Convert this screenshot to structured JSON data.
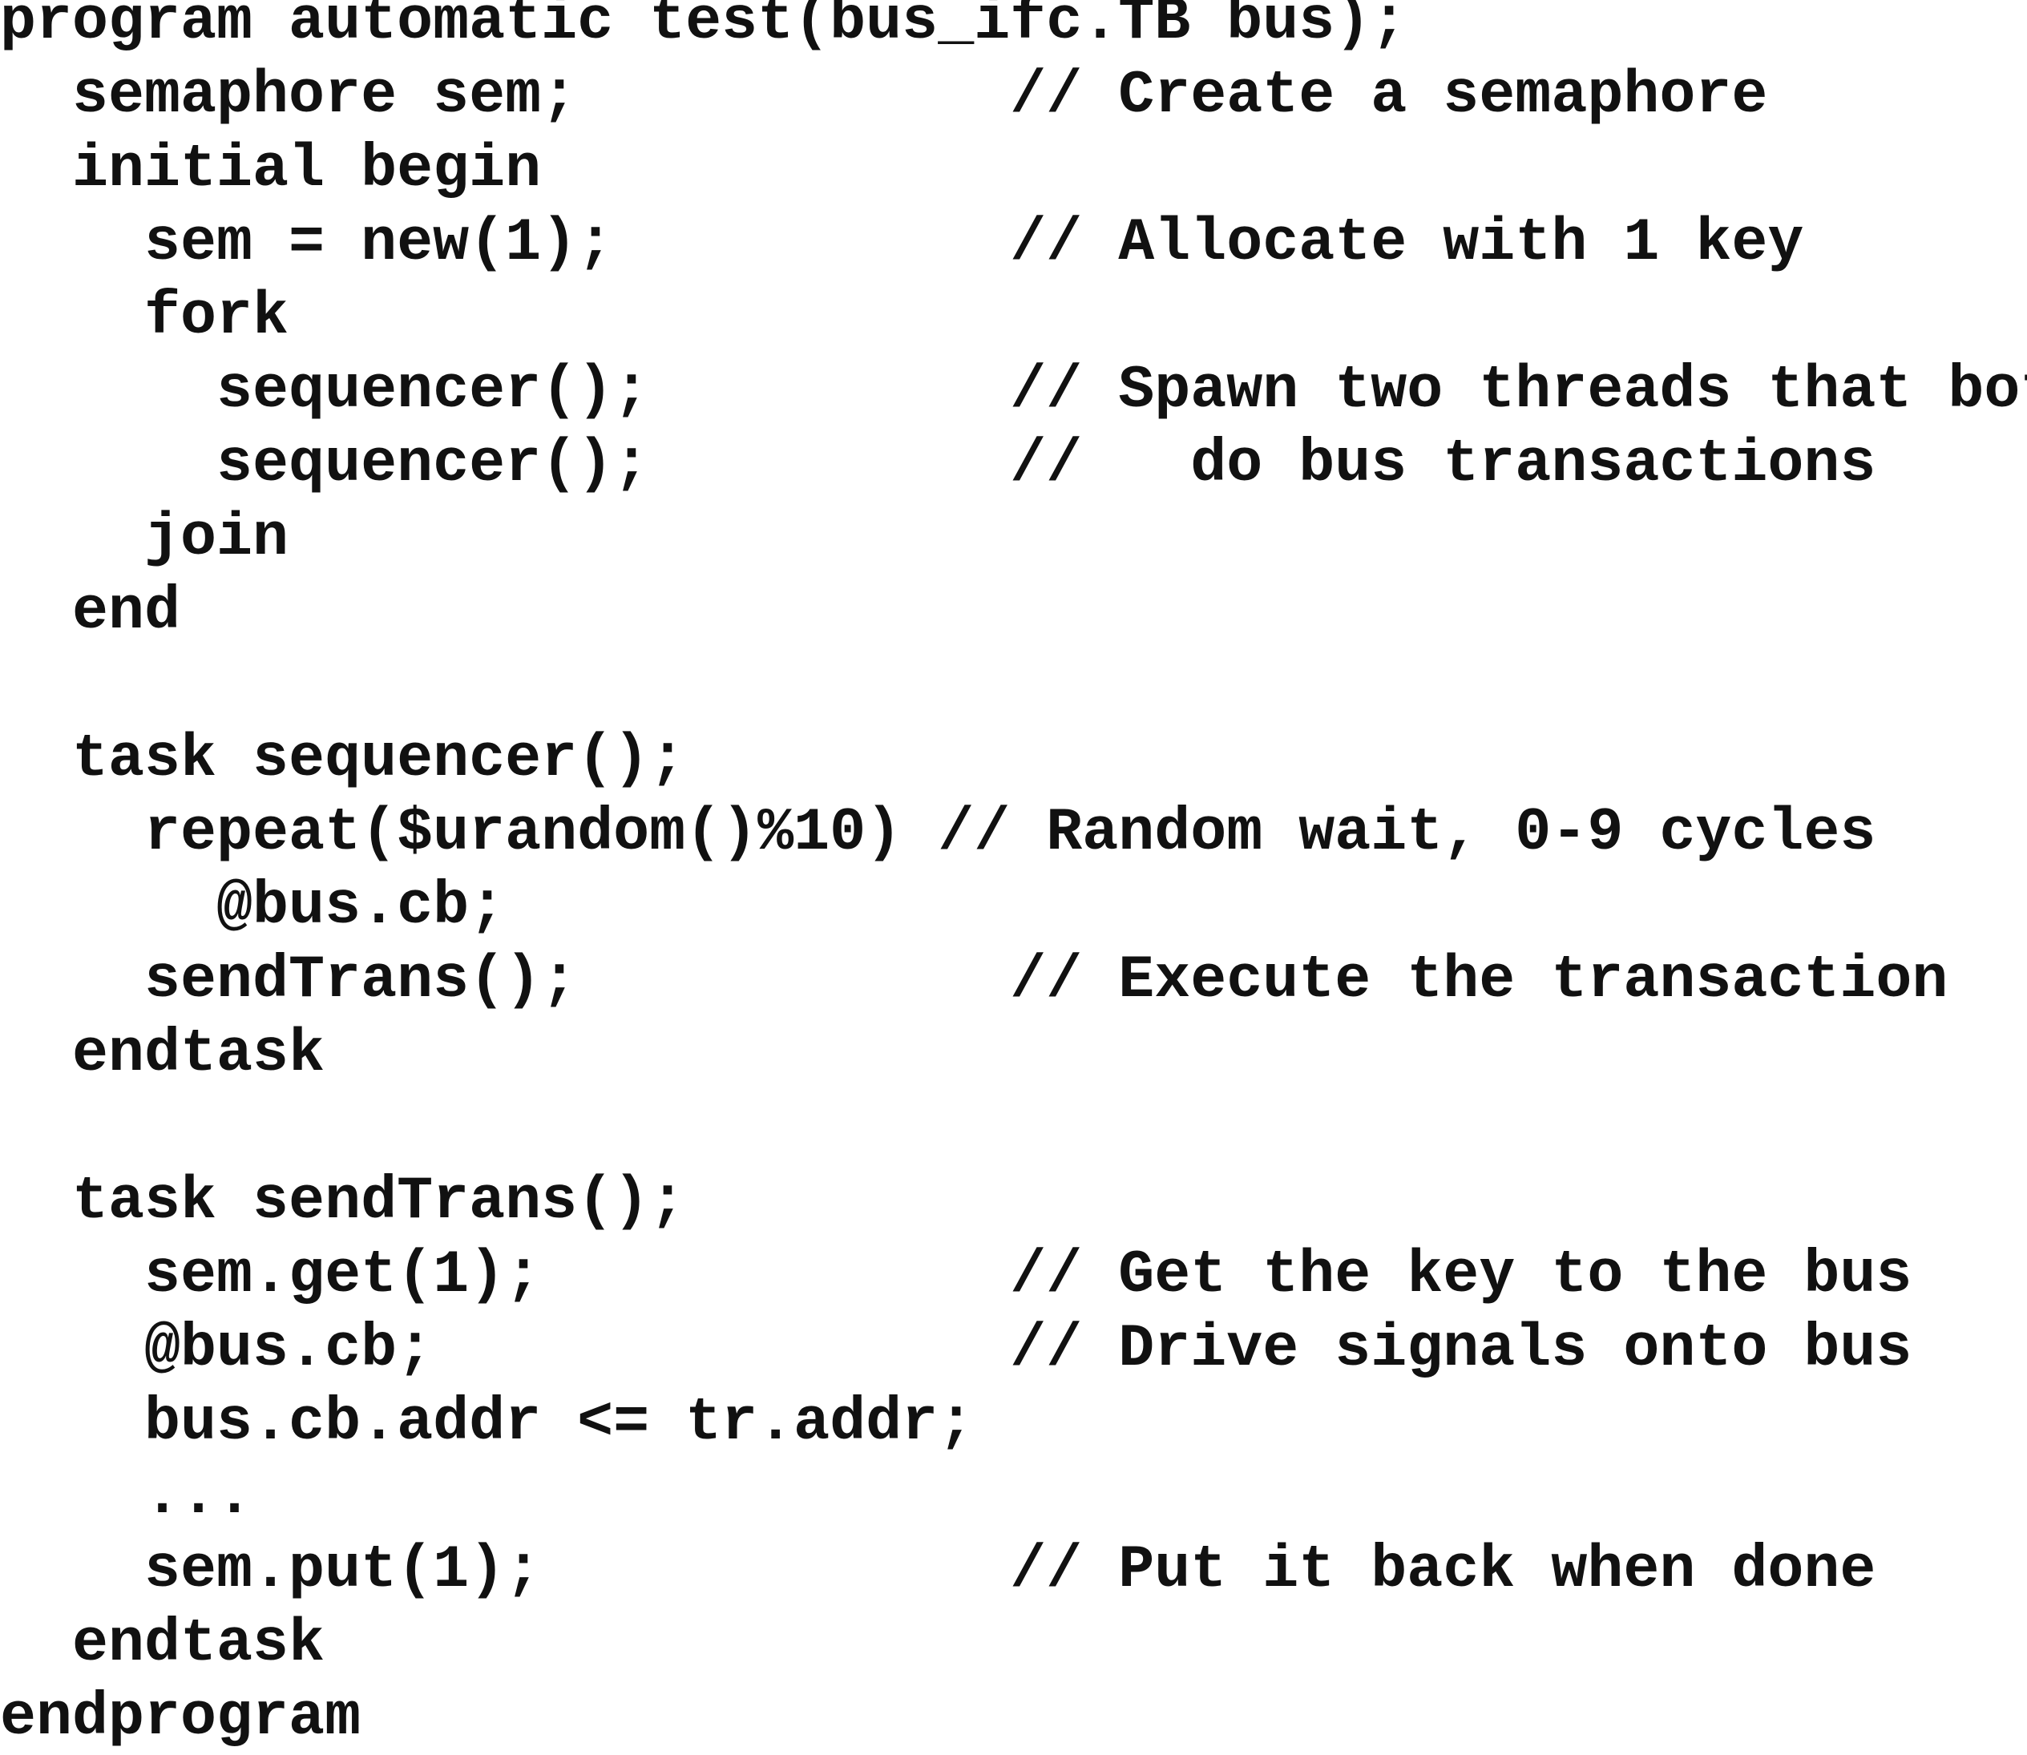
{
  "listing": {
    "lines": [
      "program automatic test(bus_ifc.TB bus);",
      "  semaphore sem;            // Create a semaphore",
      "  initial begin",
      "    sem = new(1);           // Allocate with 1 key",
      "    fork",
      "      sequencer();          // Spawn two threads that both",
      "      sequencer();          //   do bus transactions",
      "    join",
      "  end",
      "",
      "  task sequencer();",
      "    repeat($urandom()%10) // Random wait, 0-9 cycles",
      "      @bus.cb;",
      "    sendTrans();            // Execute the transaction",
      "  endtask",
      "",
      "  task sendTrans();",
      "    sem.get(1);             // Get the key to the bus",
      "    @bus.cb;                // Drive signals onto bus",
      "    bus.cb.addr <= tr.addr;",
      "    ...",
      "    sem.put(1);             // Put it back when done",
      "  endtask",
      "endprogram"
    ]
  }
}
